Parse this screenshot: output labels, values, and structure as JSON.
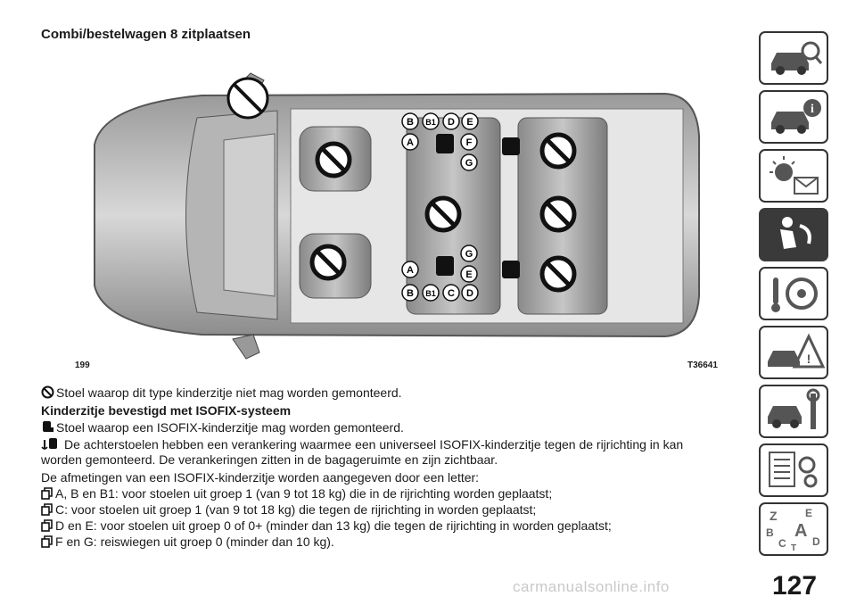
{
  "title": "Combi/bestelwagen 8 zitplaatsen",
  "figure": {
    "number": "199",
    "code": "T36641",
    "front_labels": [
      "B",
      "B1",
      "D",
      "E",
      "A",
      "F",
      "G"
    ],
    "rear_labels": [
      "G",
      "A",
      "E",
      "B",
      "B1",
      "C",
      "D"
    ]
  },
  "legend_forbidden": "Stoel waarop dit type kinderzitje niet mag worden gemonteerd.",
  "isofix_heading": "Kinderzitje bevestigd met ISOFIX-systeem",
  "legend_isofix": "Stoel waarop een ISOFIX-kinderzitje mag worden gemonteerd.",
  "legend_anchor": "De achterstoelen hebben een verankering waarmee een universeel ISOFIX-kinderzitje tegen de rijrichting in kan worden gemonteerd. De verankeringen zitten in de bagageruimte en zijn zichtbaar.",
  "sizes_intro": "De afmetingen van een ISOFIX-kinderzitje worden aangegeven door een letter:",
  "sizes": [
    "A, B en B1: voor stoelen uit groep 1 (van 9 tot 18 kg) die in de rijrichting worden geplaatst;",
    "C: voor stoelen uit groep 1 (van 9 tot 18 kg) die tegen de rijrichting in worden geplaatst;",
    "D en E: voor stoelen uit groep 0 of 0+ (minder dan 13 kg) die tegen de rijrichting in worden geplaatst;",
    "F en G: reiswiegen uit groep 0 (minder dan 10 kg)."
  ],
  "page_number": "127",
  "watermark": "carmanualsonline.info",
  "side_tabs": [
    "dashboard-tab-icon",
    "info-tab-icon",
    "warning-lights-tab-icon",
    "safety-tab-icon",
    "starting-driving-tab-icon",
    "emergency-tab-icon",
    "maintenance-tab-icon",
    "technical-data-tab-icon",
    "index-tab-icon"
  ],
  "active_tab": "safety-tab-icon"
}
